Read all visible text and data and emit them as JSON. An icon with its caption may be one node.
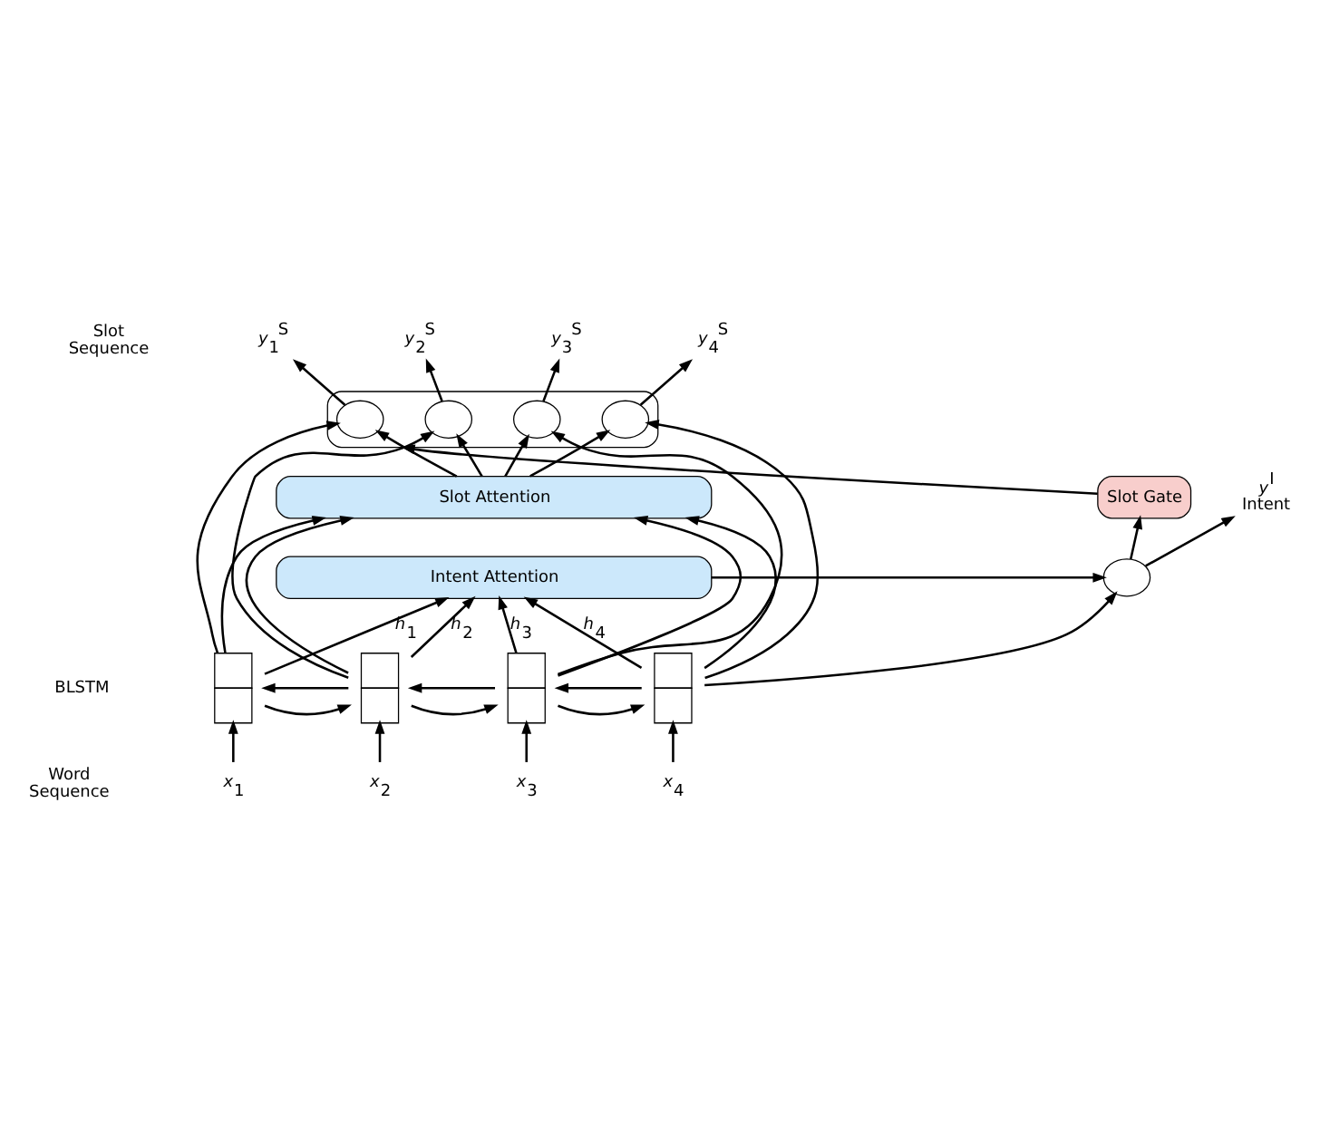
{
  "diagram": {
    "nodes": [
      {
        "text": [],
        "shape": "box"
      },
      {
        "text": [],
        "shape": "circle",
        "in": 0
      },
      {
        "text": [],
        "shape": "circle",
        "in": 0
      },
      {
        "text": [],
        "shape": "circle",
        "in": 0
      },
      {
        "text": [],
        "shape": "circle",
        "in": 0
      },
      {
        "text": [
          "Slot Gate"
        ]
      },
      {
        "text": [
          "Slot Attention"
        ]
      },
      {
        "text": [
          "Intent Attention"
        ]
      },
      {
        "text": [],
        "shape": "circle"
      },
      {
        "text": [],
        "shape": "box"
      },
      {
        "text": [],
        "shape": "box"
      },
      {
        "text": [],
        "shape": "box"
      },
      {
        "text": [],
        "shape": "box"
      },
      {
        "text": [
          "*y*$_{1}$$^{S}$"
        ]
      },
      {
        "text": [
          "*y*$_{2}$$^{S}$"
        ]
      },
      {
        "text": [
          "*y*$_{3}$$^{S}$"
        ]
      },
      {
        "text": [
          "*y*$_{4}$$^{S}$"
        ]
      },
      {
        "text": [
          "*y*$^{I}$"
        ],
        "beside": [
          "Intent"
        ]
      },
      {
        "text": [
          "*x*$_{1}$"
        ]
      },
      {
        "text": [
          "*x*$_{2}$"
        ]
      },
      {
        "text": [
          "*x*$_{3}$"
        ]
      },
      {
        "text": [
          "*x*$_{4}$"
        ]
      }
    ],
    "edges": [
      {
        "from": 18,
        "to": 9,
        "arrow": "to"
      },
      {
        "from": 19,
        "to": 10,
        "arrow": "to"
      },
      {
        "from": 20,
        "to": 11,
        "arrow": "to"
      },
      {
        "from": 21,
        "to": 12,
        "arrow": "to"
      },
      {
        "from": 12,
        "to": 11,
        "arrow": "to"
      },
      {
        "from": 11,
        "to": 10,
        "arrow": "to"
      },
      {
        "from": 10,
        "to": 9,
        "arrow": "to"
      },
      {
        "from": 9,
        "to": 10,
        "arrow": "to"
      },
      {
        "from": 10,
        "to": 11,
        "arrow": "to"
      },
      {
        "from": 11,
        "to": 12,
        "arrow": "to"
      },
      {
        "from": 9,
        "to": 7,
        "arrow": "to",
        "label": "*h*$_{1}$"
      },
      {
        "from": 10,
        "to": 7,
        "arrow": "to",
        "label": "*h*$_{2}$"
      },
      {
        "from": 11,
        "to": 7,
        "arrow": "to",
        "label": "*h*$_{3}$"
      },
      {
        "from": 12,
        "to": 7,
        "arrow": "to",
        "label": "*h*$_{4}$"
      },
      {
        "from": 9,
        "to": 6,
        "arrow": "to"
      },
      {
        "from": 10,
        "to": 6,
        "arrow": "to"
      },
      {
        "from": 11,
        "to": 6,
        "arrow": "to"
      },
      {
        "from": 12,
        "to": 6,
        "arrow": "to"
      },
      {
        "from": 9,
        "to": 1,
        "arrow": "to"
      },
      {
        "from": 10,
        "to": 2,
        "arrow": "to"
      },
      {
        "from": 11,
        "to": 3,
        "arrow": "to"
      },
      {
        "from": 12,
        "to": 4,
        "arrow": "to"
      },
      {
        "from": 6,
        "to": 1,
        "arrow": "to"
      },
      {
        "from": 6,
        "to": 2,
        "arrow": "to"
      },
      {
        "from": 6,
        "to": 3,
        "arrow": "to"
      },
      {
        "from": 6,
        "to": 4,
        "arrow": "to"
      },
      {
        "from": 1,
        "to": 13,
        "arrow": "to"
      },
      {
        "from": 2,
        "to": 14,
        "arrow": "to"
      },
      {
        "from": 3,
        "to": 15,
        "arrow": "to"
      },
      {
        "from": 4,
        "to": 16,
        "arrow": "to"
      },
      {
        "from": 7,
        "to": 8,
        "arrow": "to"
      },
      {
        "from": 12,
        "to": 8,
        "arrow": "to"
      },
      {
        "from": 8,
        "to": 17,
        "arrow": "to"
      },
      {
        "from": 8,
        "to": 5,
        "arrow": "to"
      },
      {
        "from": 5,
        "to": 0,
        "arrow": "to"
      }
    ],
    "labels": [
      "Slot Sequence",
      "BLSTM",
      "Word Sequence"
    ]
  }
}
